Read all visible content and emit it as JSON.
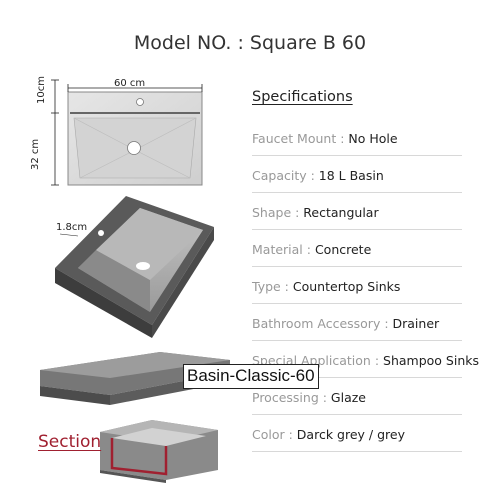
{
  "header": {
    "title": "Model NO.  : Square B 60"
  },
  "dimensions": {
    "width": "60 cm",
    "top_depth": "10cm",
    "basin_depth": "32 cm",
    "wall": "1.8cm"
  },
  "specs": {
    "heading": "Specifications",
    "rows": [
      {
        "key": "Faucet Mount :",
        "value": " No Hole"
      },
      {
        "key": "Capacity :",
        "value": " 18 L Basin"
      },
      {
        "key": "Shape :",
        "value": " Rectangular"
      },
      {
        "key": "Material :",
        "value": " Concrete"
      },
      {
        "key": "Type :",
        "value": " Countertop Sinks"
      },
      {
        "key": "Bathroom Accessory :",
        "value": " Drainer"
      },
      {
        "key": "Special Application :",
        "value": " Shampoo Sinks"
      },
      {
        "key": "Processing :",
        "value": " Glaze"
      },
      {
        "key": "Color :",
        "value": "  Darck grey / grey"
      }
    ]
  },
  "overlay_label": "Basin-Classic-60",
  "section_label": "Section",
  "colors": {
    "section_accent": "#a02030",
    "concrete": "#6e6e6e"
  }
}
